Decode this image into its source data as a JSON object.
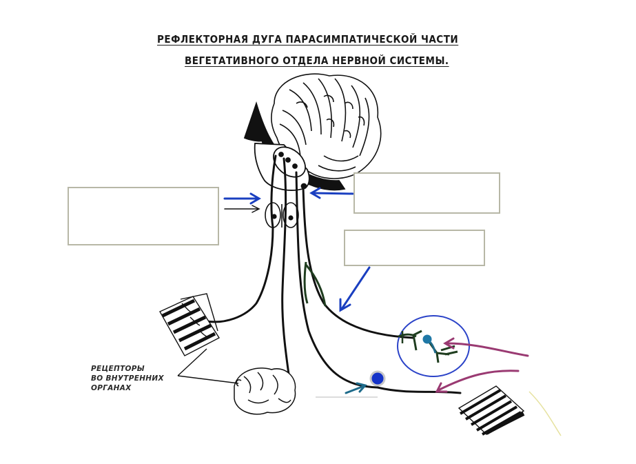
{
  "title": {
    "line1": "РЕФЛЕКТОРНАЯ ДУГА ПАРАСИМПАТИЧЕСКОЙ ЧАСТИ",
    "line2": "ВЕГЕТАТИВНОГО ОТДЕЛА НЕРВНОЙ СИСТЕМЫ."
  },
  "receptor_label": {
    "line1": "РЕЦЕПТОРЫ",
    "line2": "ВО ВНУТРЕННИХ",
    "line3": "ОРГАНАХ"
  },
  "colors": {
    "line": "#111111",
    "arrow_blue": "#1a3fc0",
    "arrow_teal": "#1d6a8a",
    "arrow_purple": "#9a3a72",
    "ganglion_circle": "#2b43c8",
    "ganglion_dot": "#1533c8",
    "nerve_green": "#1f3d1f",
    "box_border": "#b7b7a6"
  }
}
